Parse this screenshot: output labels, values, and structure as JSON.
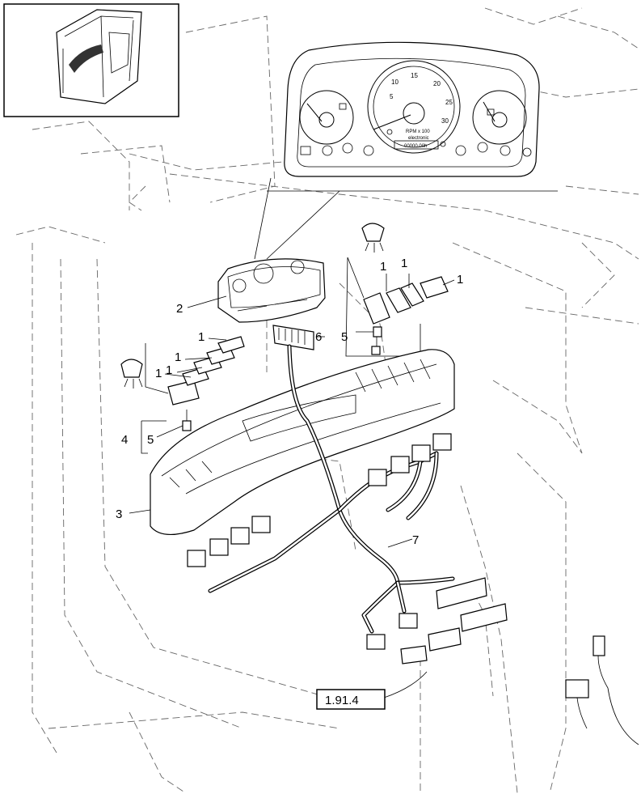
{
  "callouts": {
    "c1a": "1",
    "c1b": "1",
    "c1c": "1",
    "c1d": "1",
    "c1e": "1",
    "c1f": "1",
    "c1g": "1",
    "c2": "2",
    "c3": "3",
    "c4": "4",
    "c5a": "5",
    "c5b": "5",
    "c6": "6",
    "c7": "7"
  },
  "reference_box": "1.91.4",
  "instrument_panel": {
    "gauge_ticks": [
      "5",
      "10",
      "15",
      "20",
      "25",
      "30"
    ],
    "unit_line1": "RPM x 100",
    "unit_line2": "electronic",
    "odometer": "00000.00h"
  }
}
